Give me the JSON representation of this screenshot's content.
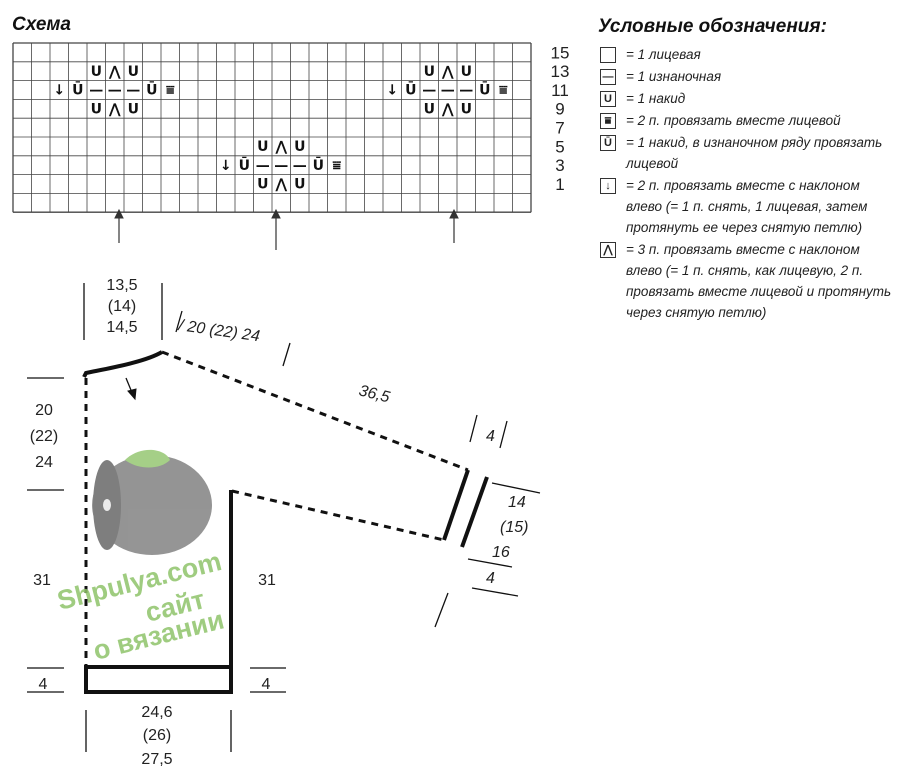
{
  "scheme": {
    "title": "Схема"
  },
  "grid": {
    "row_numbers": [
      "15",
      "13",
      "11",
      "9",
      "7",
      "5",
      "3",
      "1"
    ]
  },
  "symbols": {
    "yo": "U",
    "purl": "—",
    "k3tog": "⋀",
    "left_k2tog": "↓",
    "yo_purl": "Ū",
    "k2tog": "⩸"
  },
  "legend": {
    "title": "Условные обозначения:",
    "items": [
      {
        "symbol": "",
        "text": "= 1 лицевая"
      },
      {
        "symbol": "—",
        "text": "= 1 изнаночная"
      },
      {
        "symbol": "U",
        "text": "= 1 накид"
      },
      {
        "symbol": "⩸",
        "text": "= 2 п. провязать вместе лицевой"
      },
      {
        "symbol": "Ū",
        "text": "= 1 накид, в изнаночном ряду провязать лицевой"
      },
      {
        "symbol": "↓",
        "text": "= 2 п. провязать вместе с наклоном влево (= 1 п. снять, 1 лицевая, затем протянуть ее через снятую петлю)"
      },
      {
        "symbol": "⋀",
        "text": "= 3 п. провязать вместе с наклоном влево (= 1 п. снять, как лицевую, 2 п. провязать вместе лицевой и протянуть через снятую петлю)"
      }
    ]
  },
  "pattern": {
    "neck": [
      "13,5",
      "(14)",
      "14,5"
    ],
    "shoulder": "/ 20 (22) 24",
    "sleeve_length": "36,5",
    "armhole": [
      "20",
      "(22)",
      "24"
    ],
    "cuff_band": "4",
    "sleeve_width": [
      "14",
      "(15)",
      "16"
    ],
    "sleeve_band": "4",
    "side_left": "31",
    "side_right": "31",
    "hem_left": "4",
    "hem_right": "4",
    "width": [
      "24,6",
      "(26)",
      "27,5"
    ]
  },
  "watermark": {
    "line1": "Shpulya.com",
    "line2": "сайт",
    "line3": "о вязании"
  }
}
